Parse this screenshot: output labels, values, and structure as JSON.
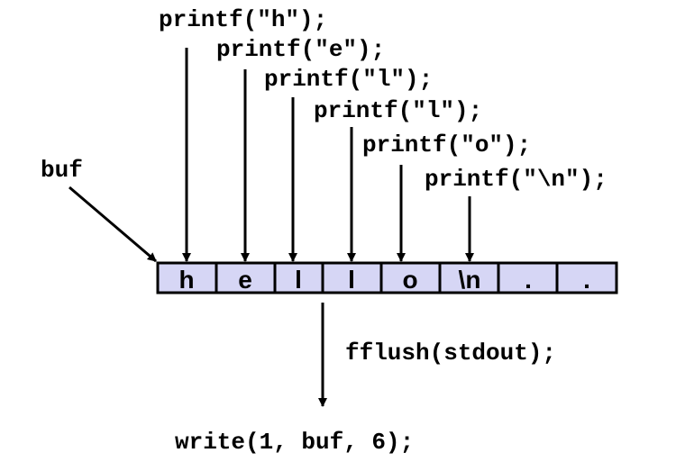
{
  "printf_calls": [
    "printf(\"h\");",
    "printf(\"e\");",
    "printf(\"l\");",
    "printf(\"l\");",
    "printf(\"o\");",
    "printf(\"\\n\");"
  ],
  "buf_label": "buf",
  "buffer_cells": [
    "h",
    "e",
    "l",
    "l",
    "o",
    "\\n",
    ".",
    "."
  ],
  "flush_call": "fflush(stdout);",
  "write_call": "write(1, buf, 6);",
  "colors": {
    "cell_fill": "#d6d6f5",
    "stroke": "#000000"
  }
}
